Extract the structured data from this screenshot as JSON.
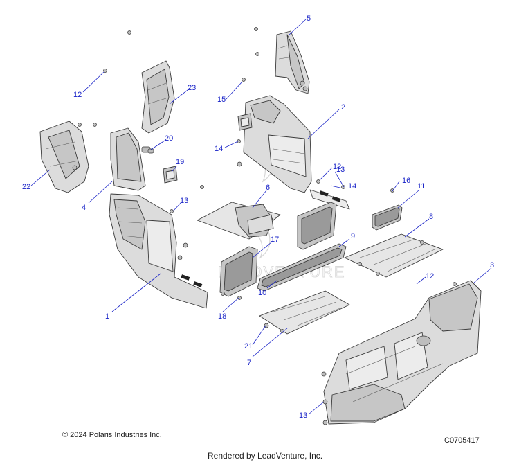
{
  "callouts": [
    {
      "id": "1",
      "label": "1"
    },
    {
      "id": "2",
      "label": "2"
    },
    {
      "id": "3",
      "label": "3"
    },
    {
      "id": "4",
      "label": "4"
    },
    {
      "id": "5",
      "label": "5"
    },
    {
      "id": "6",
      "label": "6"
    },
    {
      "id": "7",
      "label": "7"
    },
    {
      "id": "8",
      "label": "8"
    },
    {
      "id": "9",
      "label": "9"
    },
    {
      "id": "10",
      "label": "10"
    },
    {
      "id": "11",
      "label": "11"
    },
    {
      "id": "12a",
      "label": "12"
    },
    {
      "id": "12b",
      "label": "12"
    },
    {
      "id": "12c",
      "label": "12"
    },
    {
      "id": "13a",
      "label": "13"
    },
    {
      "id": "13b",
      "label": "13"
    },
    {
      "id": "13c",
      "label": "13"
    },
    {
      "id": "14a",
      "label": "14"
    },
    {
      "id": "14b",
      "label": "14"
    },
    {
      "id": "15",
      "label": "15"
    },
    {
      "id": "16",
      "label": "16"
    },
    {
      "id": "17",
      "label": "17"
    },
    {
      "id": "18",
      "label": "18"
    },
    {
      "id": "19",
      "label": "19"
    },
    {
      "id": "20",
      "label": "20"
    },
    {
      "id": "21",
      "label": "21"
    },
    {
      "id": "22",
      "label": "22"
    },
    {
      "id": "23",
      "label": "23"
    }
  ],
  "watermark": "LEADVENTURE",
  "footer": {
    "copyright": "© 2024 Polaris Industries Inc.",
    "drawing_code": "C0705417",
    "rendered_by": "Rendered by LeadVenture, Inc."
  },
  "colors": {
    "callout": "#1a24c8",
    "part_fill": "#dcdcdc",
    "outline": "#3a3a3a"
  }
}
